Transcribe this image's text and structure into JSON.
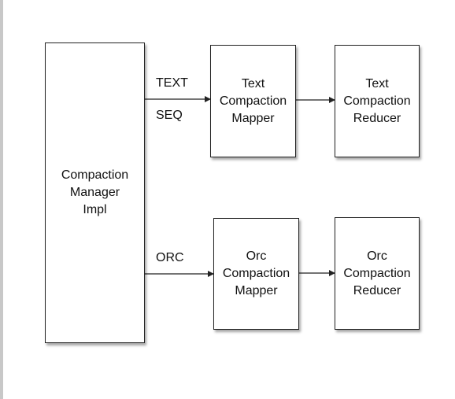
{
  "nodes": {
    "manager": {
      "label": "Compaction\nManager\nImpl"
    },
    "text_mapper": {
      "label": "Text\nCompaction\nMapper"
    },
    "text_reducer": {
      "label": "Text\nCompaction\nReducer"
    },
    "orc_mapper": {
      "label": "Orc\nCompaction\nMapper"
    },
    "orc_reducer": {
      "label": "Orc\nCompaction\nReducer"
    }
  },
  "edges": {
    "manager_to_text_mapper": {
      "label_top": "TEXT",
      "label_bottom": "SEQ"
    },
    "text_mapper_to_text_reducer": {},
    "manager_to_orc_mapper": {
      "label_top": "ORC"
    },
    "orc_mapper_to_orc_reducer": {}
  },
  "colors": {
    "stroke": "#222222",
    "text": "#111111",
    "background": "#ffffff"
  }
}
